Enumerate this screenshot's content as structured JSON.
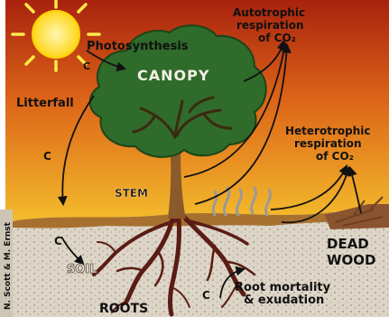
{
  "labels": {
    "photosynthesis": "Photosynthesis",
    "canopy": "CANOPY",
    "autotrophic_l1": "Autotrophic",
    "autotrophic_l2": "respiration",
    "autotrophic_l3": "of CO₂",
    "heterotrophic_l1": "Heterotrophic",
    "heterotrophic_l2": "respiration",
    "heterotrophic_l3": "of CO₂",
    "litterfall": "Litterfall",
    "stem": "STEM",
    "soil": "SOIL",
    "roots": "ROOTS",
    "dead_l1": "DEAD",
    "dead_l2": "WOOD",
    "root_mortality_l1": "Root mortality",
    "root_mortality_l2": "& exudation",
    "credit": "N. Scott & M. Ernst",
    "carbon": "C"
  },
  "colors": {
    "sky_top": "#b22a10",
    "sky_mid": "#e0701a",
    "sky_bottom": "#f2b62a",
    "sun": "#ffe94a",
    "canopy": "#2f6b2a",
    "trunk": "#8a5a2b",
    "soil": "#d9d1c4",
    "roots": "#5a1c14",
    "dead_wood": "#8a5430",
    "arrow": "#111111"
  }
}
